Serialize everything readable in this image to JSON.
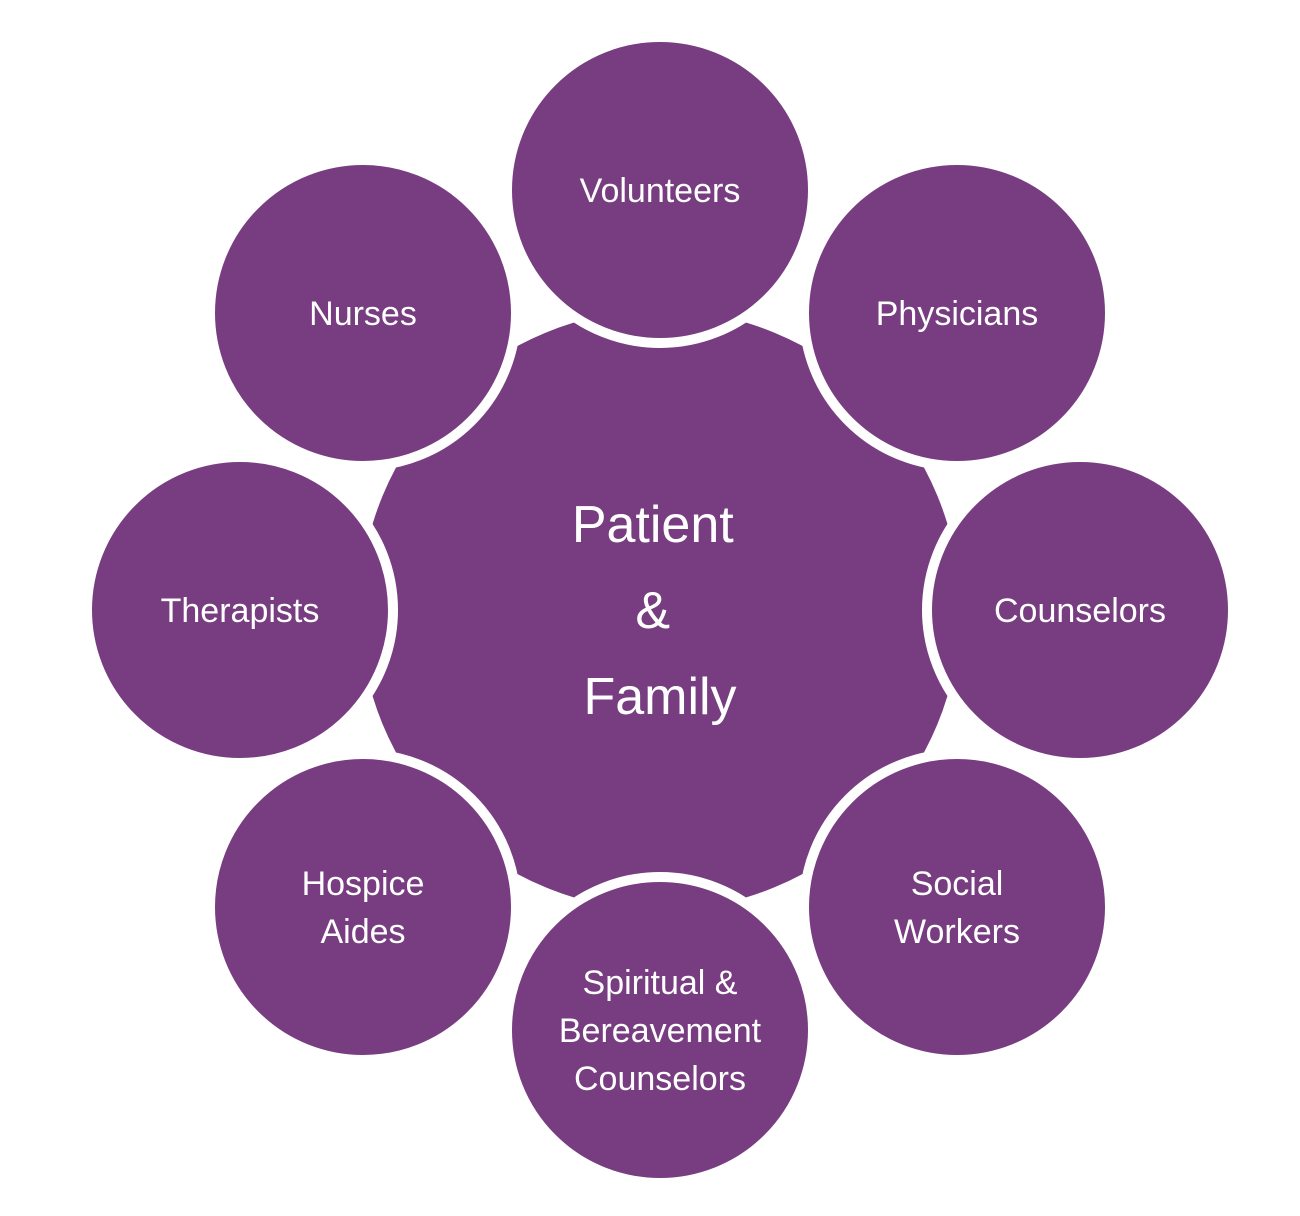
{
  "colors": {
    "fill": "#773d80",
    "ring": "#ffffff",
    "text": "#ffffff"
  },
  "center": {
    "lines": [
      "Patient",
      "&",
      "Family"
    ]
  },
  "nodes": [
    {
      "id": "volunteers",
      "lines": [
        "Volunteers"
      ]
    },
    {
      "id": "physicians",
      "lines": [
        "Physicians"
      ]
    },
    {
      "id": "counselors",
      "lines": [
        "Counselors"
      ]
    },
    {
      "id": "social-workers",
      "lines": [
        "Social",
        "Workers"
      ]
    },
    {
      "id": "spiritual-bereavement-counselors",
      "lines": [
        "Spiritual &",
        "Bereavement",
        "Counselors"
      ]
    },
    {
      "id": "hospice-aides",
      "lines": [
        "Hospice",
        "Aides"
      ]
    },
    {
      "id": "therapists",
      "lines": [
        "Therapists"
      ]
    },
    {
      "id": "nurses",
      "lines": [
        "Nurses"
      ]
    }
  ]
}
